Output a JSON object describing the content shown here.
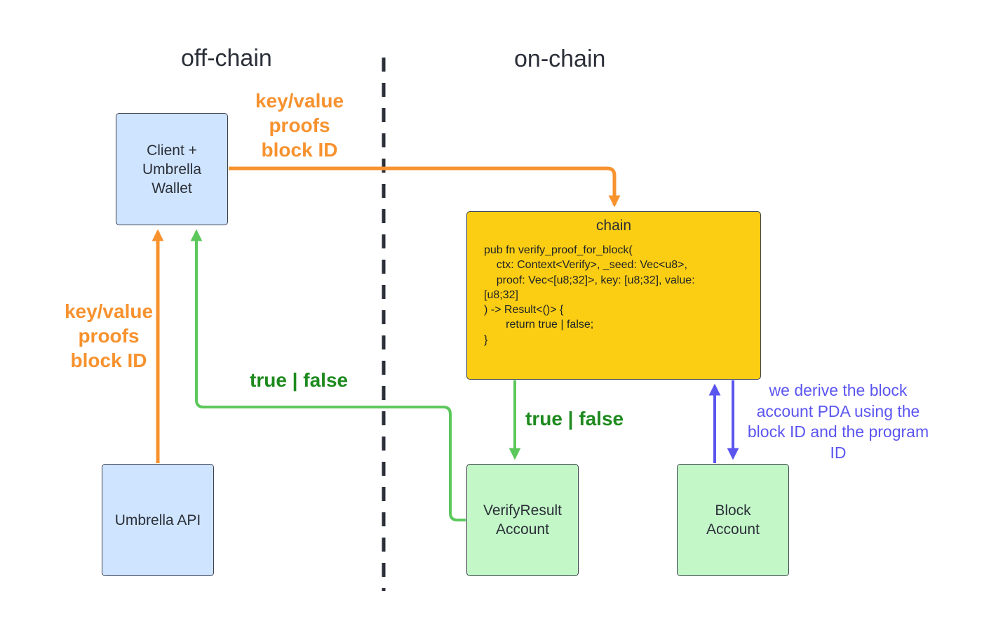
{
  "headings": {
    "off_chain": "off-chain",
    "on_chain": "on-chain"
  },
  "nodes": {
    "client_wallet": {
      "lines": [
        "Client +",
        "Umbrella",
        "Wallet"
      ]
    },
    "umbrella_api": {
      "lines": [
        "Umbrella API"
      ]
    },
    "chain": {
      "title": "chain",
      "code": [
        "pub fn verify_proof_for_block(",
        "    ctx: Context<Verify>, _seed: Vec<u8>,",
        "    proof: Vec<[u8;32]>, key: [u8;32], value:",
        "[u8;32]",
        ") -> Result<()> {",
        "       return true | false;",
        "}"
      ]
    },
    "verify_result_account": {
      "lines": [
        "VerifyResult",
        "Account"
      ]
    },
    "block_account": {
      "lines": [
        "Block",
        "Account"
      ]
    }
  },
  "edge_labels": {
    "client_to_chain": [
      "key/value",
      "proofs",
      "block ID"
    ],
    "api_to_client": [
      "key/value",
      "proofs",
      "block ID"
    ],
    "verify_to_client": "true | false",
    "chain_to_verify": "true | false",
    "block_pda_note": [
      "we derive the block",
      "account PDA using the",
      "block ID and the program",
      "ID"
    ]
  },
  "colors": {
    "orange": "#f7922f",
    "green_line": "#5cc85c",
    "green_text": "#1e8a1e",
    "purple": "#5b55f0",
    "blue_fill": "#cfe4ff",
    "green_fill": "#c3f7c8",
    "chain_fill": "#fbcd13",
    "divider": "#2b2f38"
  }
}
